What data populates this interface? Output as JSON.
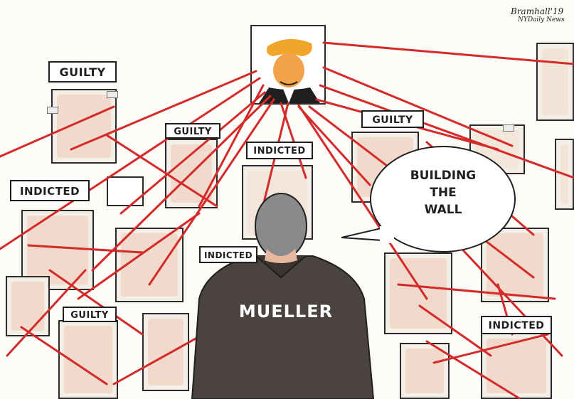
{
  "artist": {
    "signature": "Bramhall'19",
    "publication": "NYDaily News"
  },
  "central_figure": {
    "jacket_label": "MUELLER"
  },
  "speech_bubble": {
    "lines": [
      "BUILDING",
      "THE",
      "WALL"
    ]
  },
  "tags": [
    {
      "text": "GUILTY"
    },
    {
      "text": "GUILTY"
    },
    {
      "text": "GUILTY"
    },
    {
      "text": "GUILTY"
    },
    {
      "text": "INDICTED"
    },
    {
      "text": "INDICTED"
    },
    {
      "text": "INDICTED"
    },
    {
      "text": "INDICTED"
    }
  ],
  "colors": {
    "string": "#d42a2a",
    "jacket": "#4a4340",
    "hair": "#8a8a8a",
    "skin": "#efc9b4",
    "ink": "#1f1f1f"
  }
}
